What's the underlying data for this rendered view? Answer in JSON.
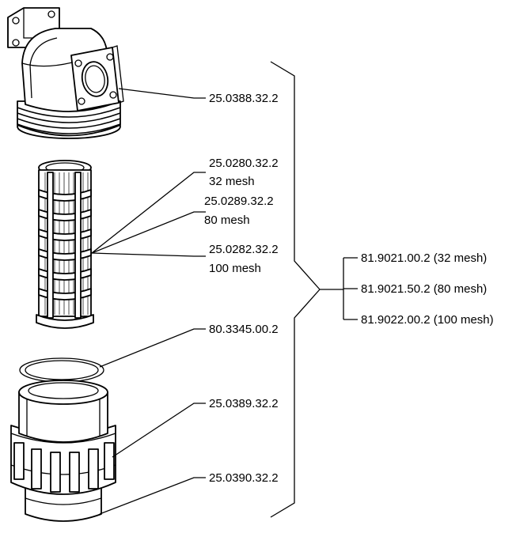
{
  "parts": [
    {
      "id": "housing-top",
      "code": "25.0388.32.2"
    },
    {
      "id": "screen-32",
      "code": "25.0280.32.2",
      "mesh": "32 mesh"
    },
    {
      "id": "screen-80",
      "code": "25.0289.32.2",
      "mesh": "80 mesh"
    },
    {
      "id": "screen-100",
      "code": "25.0282.32.2",
      "mesh": "100 mesh"
    },
    {
      "id": "o-ring",
      "code": "80.3345.00.2"
    },
    {
      "id": "bowl",
      "code": "25.0389.32.2"
    },
    {
      "id": "union-nut",
      "code": "25.0390.32.2"
    }
  ],
  "assemblies": [
    {
      "code": "81.9021.00.2",
      "mesh": "(32 mesh)"
    },
    {
      "code": "81.9021.50.2",
      "mesh": "(80 mesh)"
    },
    {
      "code": "81.9022.00.2",
      "mesh": "(100 mesh)"
    }
  ]
}
